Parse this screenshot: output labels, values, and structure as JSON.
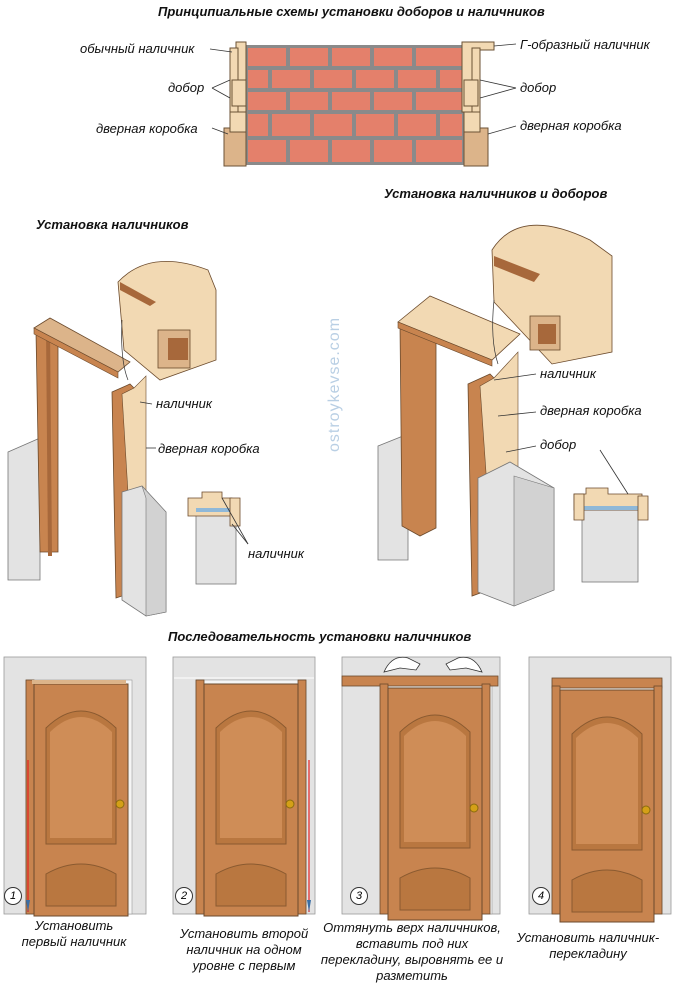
{
  "sections": {
    "schemes_title": "Принципиальные схемы установки доборов и наличников",
    "install_casing_title": "Установка наличников",
    "install_casing_extension_title": "Установка наличников и доборов",
    "sequence_title": "Последовательность установки наличников"
  },
  "scheme_labels": {
    "regular_casing": "обычный наличник",
    "l_casing": "Г-образный наличник",
    "extension_left": "добор",
    "extension_right": "добор",
    "frame_left": "дверная коробка",
    "frame_right": "дверная коробка"
  },
  "left_diagram": {
    "casing": "наличник",
    "frame": "дверная коробка",
    "casing_bottom": "наличник"
  },
  "right_diagram": {
    "casing": "наличник",
    "frame": "дверная коробка",
    "extension": "добор"
  },
  "watermark": "ostroykevse.com",
  "steps": [
    {
      "num": "1",
      "caption": "Установить первый наличник"
    },
    {
      "num": "2",
      "caption": "Установить второй наличник на одном уровне с первым"
    },
    {
      "num": "3",
      "caption": "Оттянуть верх наличников, вставить под них перекладину, выровнять ее и разметить"
    },
    {
      "num": "4",
      "caption": "Установить наличник-перекладину"
    }
  ],
  "colors": {
    "brick": "#e4806b",
    "mortar": "#8a8a8a",
    "wood_light": "#f2d9b3",
    "wood_mid": "#dcb48a",
    "door": "#c8844f",
    "door_dark": "#a7683b",
    "wall": "#e3e3e3",
    "accent_red": "#e52020"
  }
}
